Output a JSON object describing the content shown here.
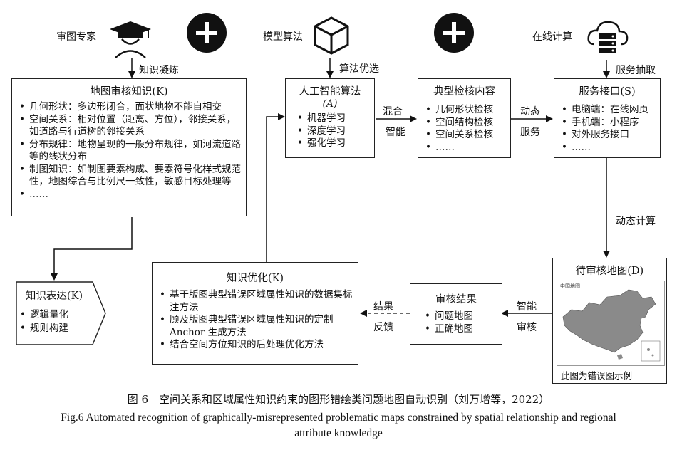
{
  "top_labels": {
    "expert": "审图专家",
    "algorithm": "模型算法",
    "online": "在线计算",
    "knowledge_condense": "知识凝炼",
    "algo_select": "算法优选",
    "service_extract": "服务抽取",
    "dynamic_calc": "动态计算",
    "mixed": "混合",
    "smart": "智能",
    "dynamic": "动态",
    "service": "服务",
    "smart2": "智能",
    "review": "审核",
    "result": "结果",
    "feedback": "反馈"
  },
  "boxes": {
    "map_knowledge": {
      "title": "地图审核知识(K)",
      "items": [
        "几何形状：多边形闭合，面状地物不能自相交",
        "空间关系：相对位置（距离、方位），邻接关系，如道路与行道树的邻接关系",
        "分布规律：地物呈现的一般分布规律，如河流道路等的线状分布",
        "制图知识：如制图要素构成、要素符号化样式规范性，地图综合与比例尺一致性，敏感目标处理等",
        "……"
      ]
    },
    "ai_algorithm": {
      "title": "人工智能算法",
      "subtitle": "(A)",
      "items": [
        "机器学习",
        "深度学习",
        "强化学习"
      ]
    },
    "typical_check": {
      "title": "典型检核内容",
      "items": [
        "几何形状检核",
        "空间结构检核",
        "空间关系检核",
        "……"
      ]
    },
    "service_interface": {
      "title": "服务接口(S)",
      "items": [
        "电脑端：在线网页",
        "手机端：小程序",
        "对外服务接口",
        "……"
      ]
    },
    "knowledge_expression": {
      "title": "知识表达(K)",
      "items": [
        "逻辑量化",
        "规则构建"
      ]
    },
    "knowledge_optimize": {
      "title": "知识优化(K)",
      "items": [
        "基于版图典型错误区域属性知识的数据集标注方法",
        "顾及版图典型错误区域属性知识的定制Anchor 生成方法",
        "结合空间方位知识的后处理优化方法"
      ]
    },
    "review_result": {
      "title": "审核结果",
      "items": [
        "问题地图",
        "正确地图"
      ]
    },
    "map_to_review": {
      "title": "待审核地图(D)",
      "map_header": "中国地图",
      "note": "此图为错误图示例"
    }
  },
  "caption": {
    "cn": "图 6　空间关系和区域属性知识约束的图形错绘类问题地图自动识别（刘万增等，2022）",
    "en_line1": "Fig.6    Automated recognition of graphically-misrepresented problematic maps constrained by spatial relationship and regional",
    "en_line2": "attribute knowledge"
  },
  "icons": [
    "graduation-cap-person-icon",
    "plus-circle-icon",
    "cube-icon",
    "plus-circle-icon",
    "cloud-server-icon"
  ]
}
